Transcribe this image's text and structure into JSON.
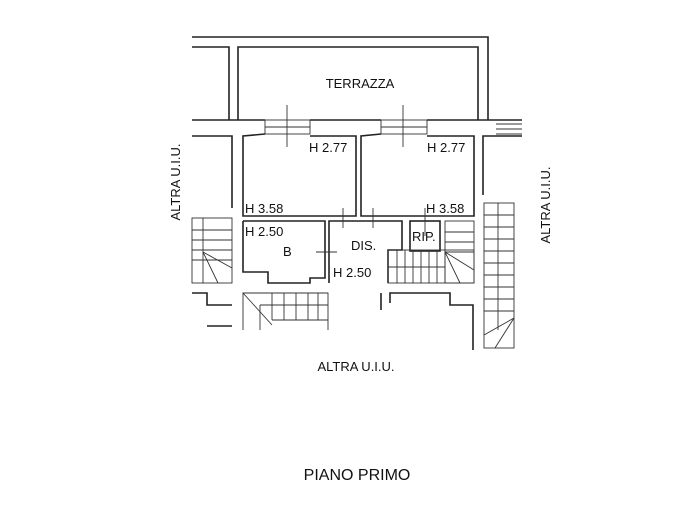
{
  "rooms": {
    "terrace": "TERRAZZA",
    "room_left_height_top": "H 2.77",
    "room_right_height_top": "H 2.77",
    "room_left_height_bottom": "H 3.58",
    "room_right_height_bottom": "H 3.58",
    "bath_height": "H 2.50",
    "bath": "B",
    "hall": "DIS.",
    "hall_height": "H 2.50",
    "storage": "RIP."
  },
  "neighbors": {
    "left": "ALTRA U.I.U.",
    "right": "ALTRA U.I.U.",
    "bottom": "ALTRA U.I.U."
  },
  "floor_title": "PIANO PRIMO"
}
